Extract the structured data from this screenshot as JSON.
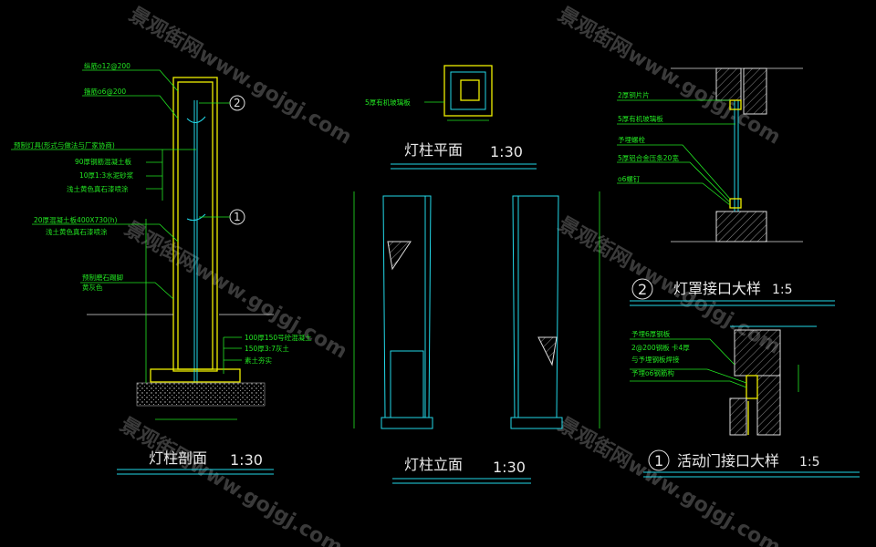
{
  "watermark": "景观街网www.gojgj.com",
  "section": {
    "title": "灯柱剖面",
    "scale": "1:30",
    "labels": [
      "纵筋ο12@200",
      "箍筋ο6@200",
      "预制灯具(形式与做法与厂家协商)",
      "90厚钢筋混凝土板",
      "10厚1:3水泥砂浆",
      "浅土黄色真石漆喷涂",
      "20厚混凝土板400X730(h)",
      "浅土黄色真石漆喷涂",
      "预制磨石踢脚",
      "黄灰色",
      "100厚150号砼混凝土",
      "150厚3:7灰土",
      "素土夯实"
    ],
    "callouts": [
      "2",
      "1"
    ]
  },
  "plan": {
    "title": "灯柱平面",
    "scale": "1:30",
    "label": "5厚有机玻璃板"
  },
  "elevation": {
    "title": "灯柱立面",
    "scale": "1:30"
  },
  "detail2": {
    "num": "2",
    "title": "灯罩接口大样",
    "scale": "1:5",
    "labels": [
      "2厚铜片片",
      "5厚有机玻璃板",
      "予埋螺栓",
      "5厚铝合金压条20宽",
      "ο6螺钉"
    ]
  },
  "detail1": {
    "num": "1",
    "title": "活动门接口大样",
    "scale": "1:5",
    "labels": [
      "予埋6厚钢板",
      "2@200钢板 卡4厚",
      "与予埋钢板焊接",
      "予埋ο6钢筋构"
    ]
  }
}
